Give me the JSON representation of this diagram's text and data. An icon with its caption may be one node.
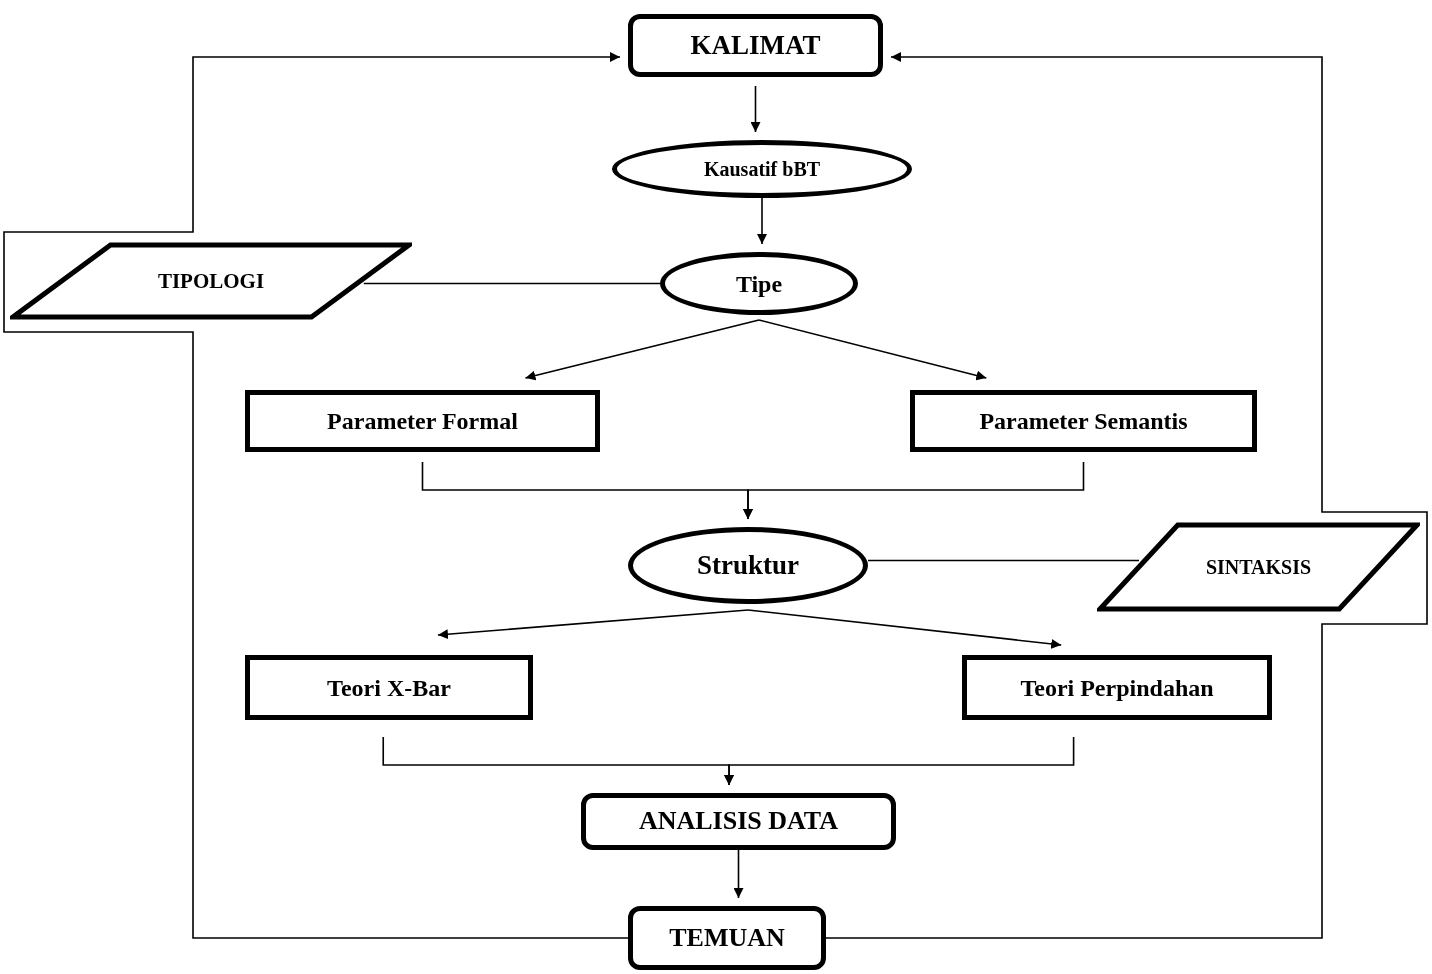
{
  "diagram": {
    "nodes": [
      {
        "text": [
          "KALIMAT"
        ]
      },
      {
        "text": [
          "Kausatif bBT"
        ]
      },
      {
        "text": [
          "Tipe"
        ]
      },
      {
        "text": [
          "TIPOLOGI"
        ]
      },
      {
        "text": [
          "Parameter Formal"
        ]
      },
      {
        "text": [
          "Parameter Semantis"
        ]
      },
      {
        "text": [
          "Struktur"
        ]
      },
      {
        "text": [
          "SINTAKSIS"
        ]
      },
      {
        "text": [
          "Teori X-Bar"
        ]
      },
      {
        "text": [
          "Teori Perpindahan"
        ]
      },
      {
        "text": [
          "ANALISIS DATA"
        ]
      },
      {
        "text": [
          "TEMUAN"
        ]
      }
    ],
    "edges": [
      {
        "from": 0,
        "to": 1,
        "arrow": "to"
      },
      {
        "from": 1,
        "to": 2,
        "arrow": "to"
      },
      {
        "from": 3,
        "to": 2,
        "arrow": "none"
      },
      {
        "from": 2,
        "to": 4,
        "arrow": "to"
      },
      {
        "from": 2,
        "to": 5,
        "arrow": "to"
      },
      {
        "from": 4,
        "to": 6,
        "arrow": "to"
      },
      {
        "from": 5,
        "to": 6,
        "arrow": "to"
      },
      {
        "from": 7,
        "to": 6,
        "arrow": "none"
      },
      {
        "from": 6,
        "to": 8,
        "arrow": "to"
      },
      {
        "from": 6,
        "to": 9,
        "arrow": "to"
      },
      {
        "from": 8,
        "to": 10,
        "arrow": "to"
      },
      {
        "from": 9,
        "to": 10,
        "arrow": "to"
      },
      {
        "from": 10,
        "to": 11,
        "arrow": "to"
      },
      {
        "from": 11,
        "to": 0,
        "arrow": "to"
      },
      {
        "from": 11,
        "to": 0,
        "arrow": "to"
      }
    ]
  }
}
